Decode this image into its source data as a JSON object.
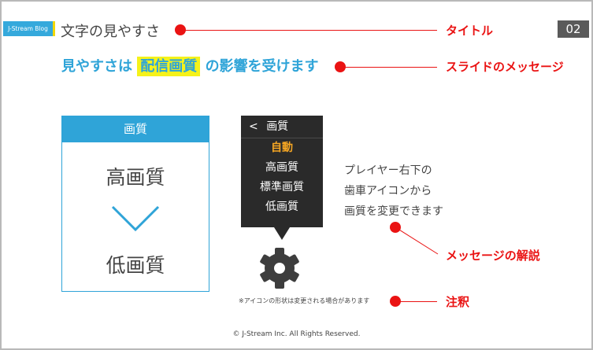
{
  "brand": {
    "tag_label": "J-Stream Blog"
  },
  "slide": {
    "title": "文字の見やすさ",
    "page_number": "02",
    "message_prefix": "見やすさは",
    "message_highlight": "配信画質",
    "message_suffix": "の影響を受けます"
  },
  "annotations": {
    "title": "タイトル",
    "message": "スライドのメッセージ",
    "explanation": "メッセージの解説",
    "note": "注釈"
  },
  "quality_box": {
    "header": "画質",
    "high": "高画質",
    "low": "低画質"
  },
  "player_menu": {
    "back_icon": "chevron-left-icon",
    "back_glyph": "<",
    "header": "画質",
    "items": [
      "自動",
      "高画質",
      "標準画質",
      "低画質"
    ],
    "selected": "自動"
  },
  "description": {
    "lines": [
      "プレイヤー右下の",
      "歯車アイコンから",
      "画質を変更できます"
    ]
  },
  "note_text": "※アイコンの形状は変更される場合があります",
  "footer": "© J-Stream Inc. All Rights Reserved.",
  "colors": {
    "accent_blue": "#2fa4d8",
    "annotation_red": "#ea1313",
    "highlight_yellow": "#f5f21a",
    "menu_dark": "#2a2a2a",
    "selected_orange": "#f5a623"
  }
}
